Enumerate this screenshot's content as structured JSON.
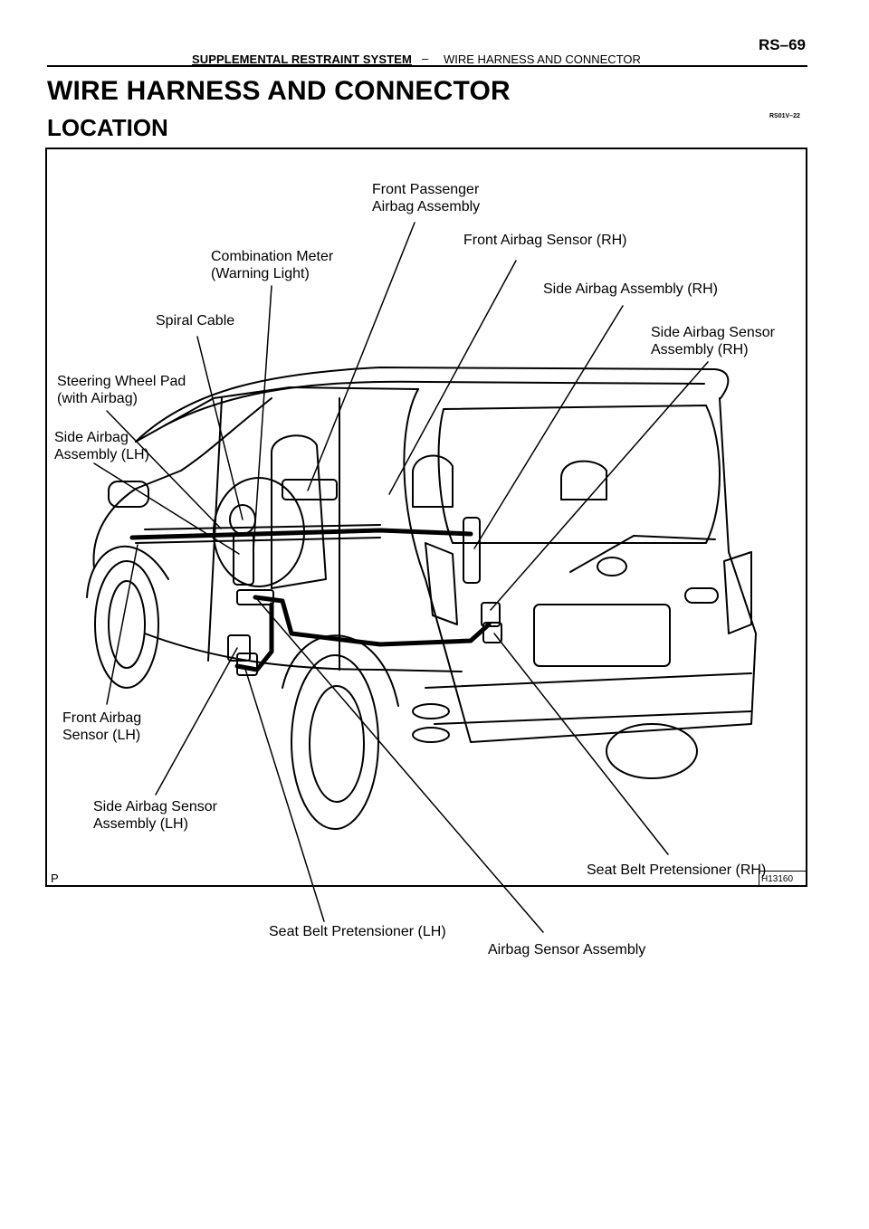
{
  "header": {
    "section": "SUPPLEMENTAL RESTRAINT SYSTEM",
    "dash": "–",
    "subsection": "WIRE HARNESS AND CONNECTOR",
    "page": "RS–69"
  },
  "title": "WIRE HARNESS AND CONNECTOR",
  "subtitle": "LOCATION",
  "code_ref": "RS01V–22",
  "figure": {
    "corner_left": "P",
    "figure_id": "H13160"
  },
  "callouts": {
    "front_passenger_airbag": [
      "Front Passenger",
      "Airbag Assembly"
    ],
    "front_airbag_sensor_rh": [
      "Front Airbag Sensor (RH)"
    ],
    "combination_meter": [
      "Combination Meter",
      "(Warning Light)"
    ],
    "side_airbag_assembly_rh": [
      "Side Airbag Assembly (RH)"
    ],
    "spiral_cable": [
      "Spiral Cable"
    ],
    "side_airbag_sensor_rh": [
      "Side Airbag Sensor",
      "Assembly (RH)"
    ],
    "steering_wheel_pad": [
      "Steering Wheel Pad",
      "(with Airbag)"
    ],
    "side_airbag_assembly_lh": [
      "Side Airbag",
      "Assembly (LH)"
    ],
    "front_airbag_sensor_lh": [
      "Front Airbag",
      "Sensor (LH)"
    ],
    "side_airbag_sensor_lh": [
      "Side Airbag Sensor",
      "Assembly (LH)"
    ],
    "seat_belt_pretensioner_rh": [
      "Seat Belt Pretensioner (RH)"
    ],
    "seat_belt_pretensioner_lh": [
      "Seat Belt Pretensioner (LH)"
    ],
    "airbag_sensor_assembly": [
      "Airbag Sensor Assembly"
    ]
  }
}
